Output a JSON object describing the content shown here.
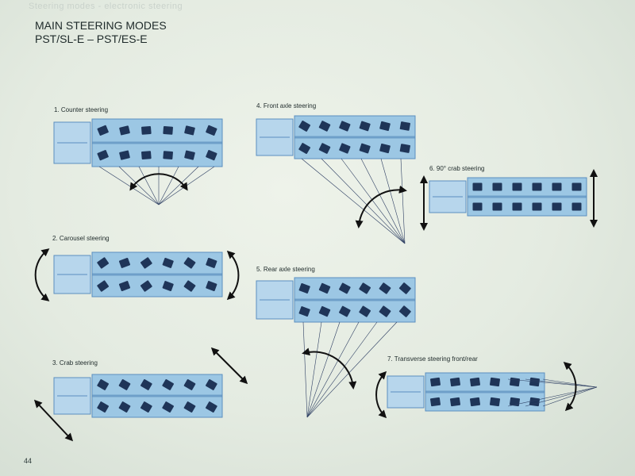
{
  "header": {
    "faint_text": "Steering modes - electronic steering",
    "title_line1": "MAIN STEERING MODES",
    "title_line2": "PST/SL-E – PST/ES-E"
  },
  "modes": [
    {
      "label": "1. Counter steering"
    },
    {
      "label": "2. Carousel steering"
    },
    {
      "label": "3. Crab steering"
    },
    {
      "label": "4. Front axle steering"
    },
    {
      "label": "5. Rear axle steering"
    },
    {
      "label": "6. 90° crab steering"
    },
    {
      "label": "7. Transverse steering front/rear"
    }
  ],
  "page_number": "44",
  "colors": {
    "vehicle_fill": "#9cc7e4",
    "vehicle_edge": "#5b8fbf",
    "wheel": "#1f3558",
    "cab": "#b7d6ec",
    "line": "#2e3f63",
    "arrow": "#111111"
  }
}
